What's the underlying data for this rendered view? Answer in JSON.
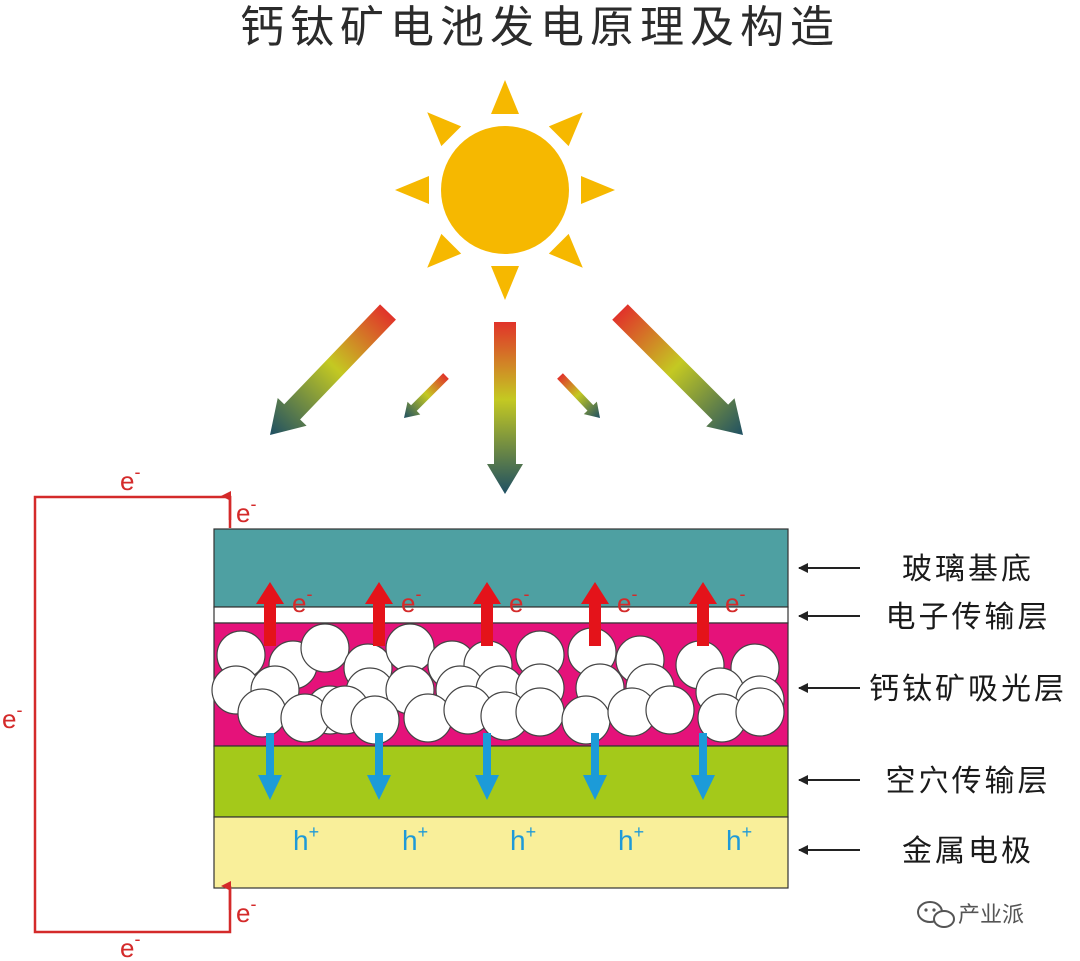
{
  "title": "钙钛矿电池发电原理及构造",
  "layers": [
    {
      "label": "玻璃基底",
      "color": "#4ea0a2"
    },
    {
      "label": "电子传输层",
      "color": "#ffffff"
    },
    {
      "label": "钙钛矿吸光层",
      "color": "#e5127a"
    },
    {
      "label": "空穴传输层",
      "color": "#a4c91a"
    },
    {
      "label": "金属电极",
      "color": "#f9ef9a"
    }
  ],
  "electron_symbol": "e",
  "electron_sup": "-",
  "hole_symbol": "h",
  "hole_sup": "+",
  "watermark": "产业派",
  "colors": {
    "sun": "#f6b800",
    "electron_arrow": "#e4131a",
    "hole_arrow": "#1c9bd8",
    "circuit": "#d42a2a",
    "border": "#333333"
  },
  "icons": {
    "sun": "sun-icon",
    "watermark": "wechat-icon"
  }
}
